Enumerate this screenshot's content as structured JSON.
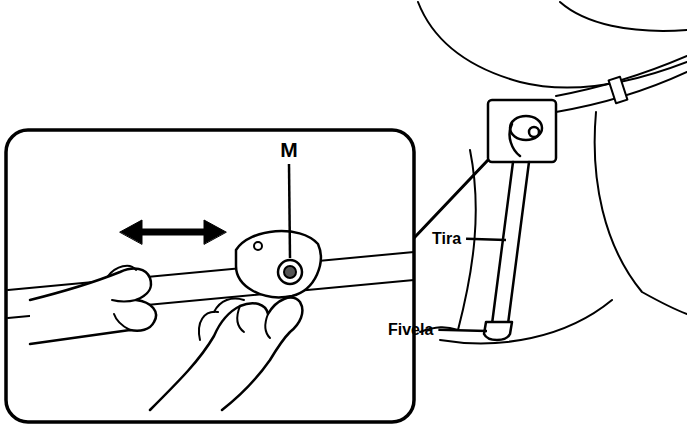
{
  "diagram": {
    "labels": [
      "M",
      "Tira",
      "Fivela"
    ]
  }
}
